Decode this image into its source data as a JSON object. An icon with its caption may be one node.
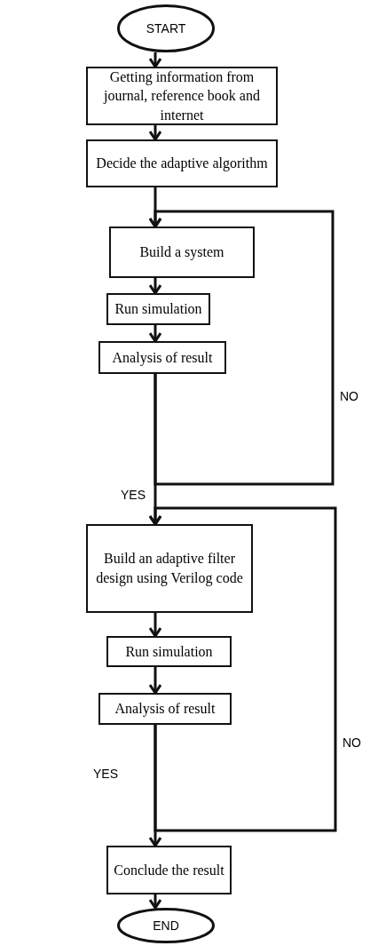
{
  "diagram": {
    "nodes": [
      {
        "text": [
          "START"
        ]
      },
      {
        "text": [
          "Getting information from journal, reference book and internet"
        ]
      },
      {
        "text": [
          "Decide the adaptive algorithm"
        ]
      },
      {
        "text": [
          "Build a system"
        ]
      },
      {
        "text": [
          "Run simulation"
        ]
      },
      {
        "text": [
          "Analysis of result"
        ]
      },
      {
        "text": [
          "Build an adaptive filter design using Verilog code"
        ]
      },
      {
        "text": [
          "Run simulation"
        ]
      },
      {
        "text": [
          "Analysis of result"
        ]
      },
      {
        "text": [
          "Conclude the result"
        ]
      },
      {
        "text": [
          "END"
        ]
      }
    ],
    "edges": [
      {
        "from": 0,
        "to": 1,
        "arrow": "to"
      },
      {
        "from": 1,
        "to": 2,
        "arrow": "to"
      },
      {
        "from": 2,
        "to": 3,
        "arrow": "to"
      },
      {
        "from": 3,
        "to": 4,
        "arrow": "to"
      },
      {
        "from": 4,
        "to": 5,
        "arrow": "to"
      },
      {
        "from": 5,
        "to": 3,
        "arrow": "to",
        "label": "NO"
      },
      {
        "from": 5,
        "to": 6,
        "arrow": "to",
        "label": "YES"
      },
      {
        "from": 6,
        "to": 7,
        "arrow": "to"
      },
      {
        "from": 7,
        "to": 8,
        "arrow": "to"
      },
      {
        "from": 8,
        "to": 6,
        "arrow": "to",
        "label": "NO"
      },
      {
        "from": 8,
        "to": 9,
        "arrow": "to",
        "label": "YES"
      },
      {
        "from": 9,
        "to": 10,
        "arrow": "to"
      }
    ]
  }
}
